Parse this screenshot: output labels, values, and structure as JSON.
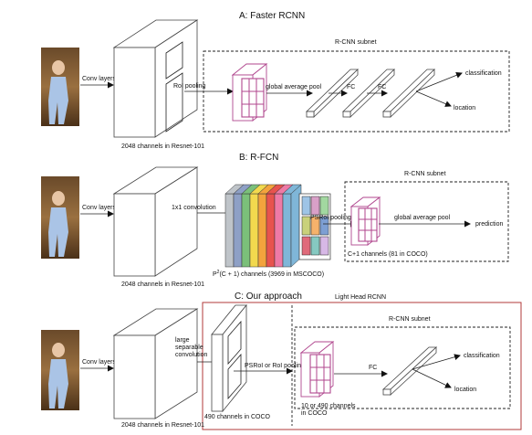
{
  "colors": {
    "pink": "#b0468e",
    "red": "#b23a3a",
    "slices": [
      "#bfc4c9",
      "#8ea0c6",
      "#7bc07a",
      "#f2d94e",
      "#f3a33d",
      "#e7534e",
      "#ee7aa6",
      "#7fb6d8"
    ],
    "pos_map": [
      "#9ec4e6",
      "#d9a0c8",
      "#a2d8a0",
      "#c9d17b",
      "#f6b26b",
      "#7d9fd3",
      "#e06a7a",
      "#86c9c1",
      "#d7b8e6"
    ]
  },
  "panel_a": {
    "title": "A: Faster RCNN",
    "conv_layers": "Conv layers",
    "channels": "2048 channels in Resnet-101",
    "roi_pooling": "RoI pooling",
    "subnet": "R-CNN subnet",
    "gap": "global average pool",
    "fc1": "FC",
    "fc2": "FC",
    "classification": "classification",
    "location": "location"
  },
  "panel_b": {
    "title": "B: R-FCN",
    "conv_layers": "Conv layers",
    "channels": "2048 channels in Resnet-101",
    "conv1x1": "1x1 convolution",
    "psroi": "PSRoI pooling",
    "subnet": "R-CNN subnet",
    "gap": "global average pool",
    "prediction": "prediction",
    "c_channels": "C+1 channels (81 in COCO)",
    "p_label": {
      "p": "P",
      "sup": "2",
      "rest": "(C + 1)  channels (3969 in MSCOCO)"
    }
  },
  "panel_c": {
    "title": "C: Our approach",
    "light_head": "Light Head RCNN",
    "conv_layers": "Conv layers",
    "channels": "2048 channels in Resnet-101",
    "large_sep": [
      "large",
      "separable",
      "convolution"
    ],
    "pool": "PSRoI or RoI pooling",
    "subnet": "R-CNN subnet",
    "fc": "FC",
    "classification": "classification",
    "location": "location",
    "channels_490": "490 channels in COCO",
    "ten_or_490": [
      "10  or 490 channels",
      "in COCO"
    ]
  }
}
